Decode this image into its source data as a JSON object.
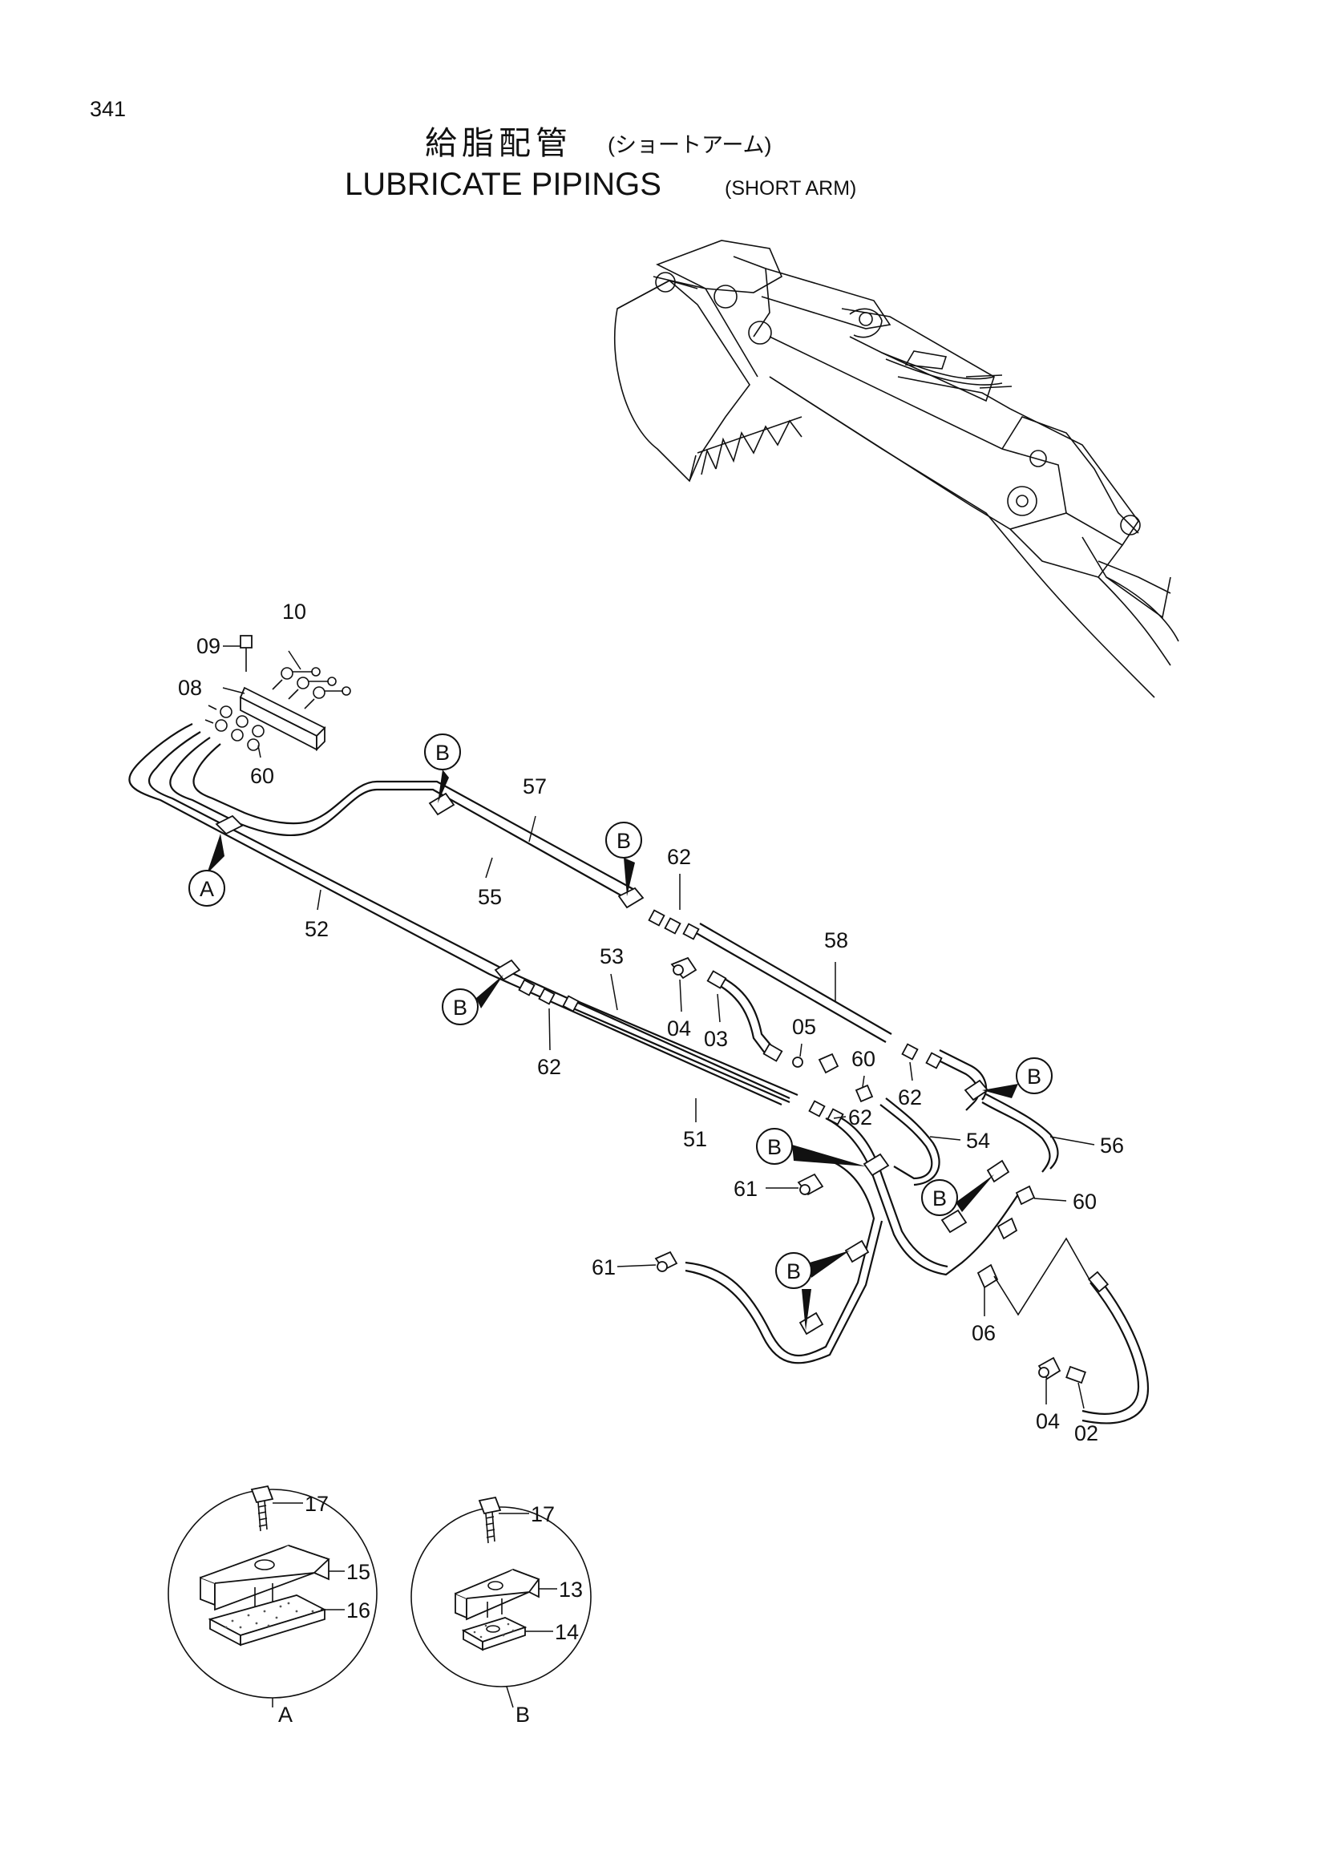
{
  "page_number": "341",
  "title_jp": "給脂配管",
  "title_jp_sub": "(ショートアーム)",
  "title_en": "LUBRICATE PIPINGS",
  "title_en_sub": "(SHORT ARM)",
  "part_labels": [
    {
      "id": "p10",
      "text": "10"
    },
    {
      "id": "p09",
      "text": "09"
    },
    {
      "id": "p08",
      "text": "08"
    },
    {
      "id": "p60a",
      "text": "60"
    },
    {
      "id": "p57",
      "text": "57"
    },
    {
      "id": "p55",
      "text": "55"
    },
    {
      "id": "p62a",
      "text": "62"
    },
    {
      "id": "p52",
      "text": "52"
    },
    {
      "id": "p53",
      "text": "53"
    },
    {
      "id": "p58",
      "text": "58"
    },
    {
      "id": "p04a",
      "text": "04"
    },
    {
      "id": "p03",
      "text": "03"
    },
    {
      "id": "p05",
      "text": "05"
    },
    {
      "id": "p62b",
      "text": "62"
    },
    {
      "id": "p60b",
      "text": "60"
    },
    {
      "id": "p62c",
      "text": "62"
    },
    {
      "id": "p62d",
      "text": "62"
    },
    {
      "id": "p51",
      "text": "51"
    },
    {
      "id": "p54",
      "text": "54"
    },
    {
      "id": "p56",
      "text": "56"
    },
    {
      "id": "p61a",
      "text": "61"
    },
    {
      "id": "p60c",
      "text": "60"
    },
    {
      "id": "p61b",
      "text": "61"
    },
    {
      "id": "p06",
      "text": "06"
    },
    {
      "id": "p04b",
      "text": "04"
    },
    {
      "id": "p02",
      "text": "02"
    },
    {
      "id": "p17a",
      "text": "17"
    },
    {
      "id": "p15",
      "text": "15"
    },
    {
      "id": "p16",
      "text": "16"
    },
    {
      "id": "p17b",
      "text": "17"
    },
    {
      "id": "p13",
      "text": "13"
    },
    {
      "id": "p14",
      "text": "14"
    }
  ],
  "callouts": [
    {
      "id": "cA",
      "text": "A"
    },
    {
      "id": "cB1",
      "text": "B"
    },
    {
      "id": "cB2",
      "text": "B"
    },
    {
      "id": "cB3",
      "text": "B"
    },
    {
      "id": "cB4",
      "text": "B"
    },
    {
      "id": "cB5",
      "text": "B"
    },
    {
      "id": "cB6",
      "text": "B"
    },
    {
      "id": "cB7",
      "text": "B"
    }
  ],
  "detail_labels": {
    "a": "A",
    "b": "B"
  }
}
